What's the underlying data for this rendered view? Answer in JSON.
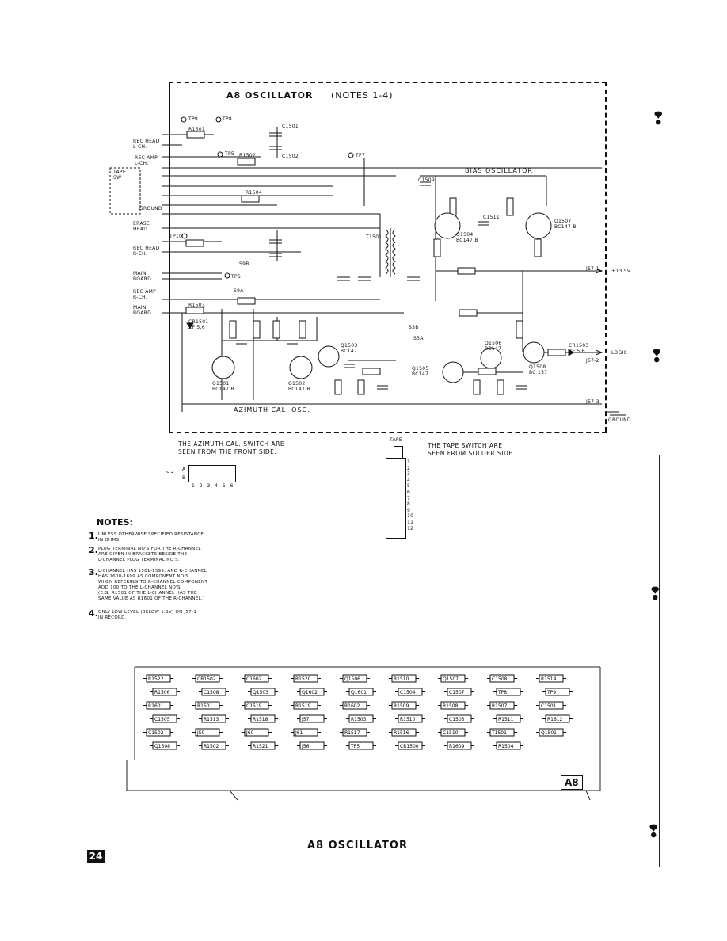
{
  "schematic": {
    "title": "A8   OSCILLATOR",
    "notes_ref": "(NOTES 1-4)",
    "bias_label": "BIAS OSCILLATOR",
    "azimuth_label": "AZIMUTH CAL. OSC.",
    "left_labels": [
      "REC HEAD\nL-CH.",
      "REC AMP\nL-CH.",
      "TAPE\nSW",
      "ERASE\nHEAD",
      "REC HEAD\nR-CH.",
      "MAIN\nBOARD",
      "REC AMP\nR-CH.",
      "MAIN\nBOARD"
    ],
    "ground_label": "GROUND",
    "right_labels": [
      "+13.5V",
      "LOGIC",
      "GROUND"
    ],
    "connectors": [
      "J57-1",
      "J57-2",
      "J57-3"
    ],
    "components": {
      "tp9": "TP9",
      "tp8": "TP8",
      "tp5": "TP5",
      "tp7": "TP7",
      "tp6": "TP6",
      "tp10": "TP10",
      "r1501": "R1501",
      "r1502": "R1502",
      "r1503": "R1503",
      "r1504": "R1504",
      "c1501": "C1501",
      "c1502": "C1502",
      "c1509": "C1509",
      "c1511": "C1511",
      "t1501": "T1501",
      "q1504": "Q1504\nBC147 B",
      "q1507": "Q1507\nBC147 B",
      "q1501": "Q1501\nBC147 B",
      "q1502": "Q1502\nBC147 B",
      "q1503": "Q1503\nBC147",
      "q1505": "Q1505\nBC147",
      "q1506": "Q1506\nBC147",
      "q1508": "Q1508\nBC 157",
      "cr1501": "CR1501\nZF 5,6",
      "cr1503": "CR1503\nZF 5,6",
      "s9b": "S9B",
      "s9a": "S9A",
      "s3b": "S3B",
      "s3a": "S3A"
    }
  },
  "switch_notes": {
    "azimuth": "THE  AZIMUTH  CAL.  SWITCH  ARE\nSEEN  FROM  THE  FRONT  SIDE.",
    "tape": "THE  TAPE  SWITCH  ARE\nSEEN  FROM  SOLDER  SIDE.",
    "s3_label": "S3",
    "s3_rows": [
      "A",
      "B"
    ],
    "s3_cols": "1 2 3 4 5 6",
    "tape_label": "TAPE",
    "tape_pins": [
      "1",
      "2",
      "3",
      "4",
      "5",
      "6",
      "7",
      "8",
      "9",
      "10",
      "11",
      "12"
    ]
  },
  "notes": {
    "heading": "NOTES:",
    "items": [
      {
        "num": "1.",
        "text": "UNLESS  OTHERWISE  SPECIFIED  RESISTANCE\nIN  OHMS."
      },
      {
        "num": "2.",
        "text": "PLUG  TERMINAL  NO'S  FOR  THE  R-CHANNEL\nARE  GIVEN  IN  BRACKETS  BESIDE  THE\nL-CHANNEL  PLUG  TERMINAL  NO'S."
      },
      {
        "num": "3.",
        "text": "L-CHANNEL  HAS  1501-1599, AND  R-CHANNEL\nHAS  1600-1699  AS  COMPONENT  NO'S.\nWHEN  REFERING  TO  R-CHANNEL  COMPONENT\nADD  100  TO  THE  L-CHANNEL  NO'S.\n(E.G. R1501  OF  THE  L-CHANNEL  HAS  THE\nSAME  VALUE  AS  R1601  OF  THE  R-CHANNEL.)"
      },
      {
        "num": "4.",
        "text": "ONLY  LOW  LEVEL  (BELOW  1.5V)  ON  J57-1\nIN  RECORD."
      }
    ]
  },
  "board": {
    "label": "A8",
    "parts": [
      "R1522",
      "CR1502",
      "C1602",
      "R1520",
      "Q1506",
      "R1510",
      "Q1507",
      "C1508",
      "R1514",
      "R1506",
      "C1508",
      "Q1503",
      "Q1602",
      "Q1601",
      "C1504",
      "C1507",
      "TP8",
      "TP9",
      "R1601",
      "R1501",
      "C1519",
      "R1519",
      "R1602",
      "R1509",
      "R1508",
      "R1507",
      "C1501",
      "C1505",
      "R1513",
      "R1518",
      "J57",
      "R1503",
      "R1510",
      "C1503",
      "R1511",
      "R1612",
      "C1502",
      "J59",
      "J60",
      "J61",
      "R1517",
      "R1516",
      "C1510",
      "T1501",
      "Q1501",
      "Q1508",
      "R1502",
      "R1521",
      "J56",
      "TP5",
      "CR1500",
      "R1609",
      "R1504"
    ]
  },
  "footer": {
    "title": "A8   OSCILLATOR",
    "page": "24"
  }
}
